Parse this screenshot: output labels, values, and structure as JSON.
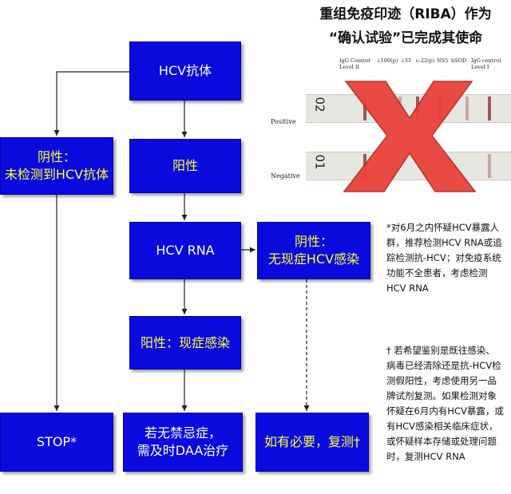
{
  "title": {
    "line1": "重组免疫印迹（RIBA）作为",
    "line2": "“确认试验”已完成其使命"
  },
  "boxes": {
    "hcv_antibody": "HCV抗体",
    "negative_antibody": {
      "line1": "阴性：",
      "line2": "未检测到HCV抗体"
    },
    "positive": "阳性",
    "hcv_rna": "HCV RNA",
    "negative_rna": {
      "line1": "阴性：",
      "line2": "无现症HCV感染"
    },
    "positive_current": "阳性：现症感染",
    "stop": "STOP*",
    "treat": {
      "line1": "若无禁忌症，",
      "line2": "需及时DAA治疗"
    },
    "retest": "如有必要，复测†"
  },
  "riba_image": {
    "headers": [
      "IgG Control\nLevel II",
      "c100(p)",
      "c33",
      "c-22(p)",
      "NS5",
      "hSOD",
      "IgG control\nLevel I"
    ],
    "row_labels": [
      "Positive",
      "Negative"
    ],
    "strip_numbers": [
      "02",
      "01"
    ]
  },
  "note1": [
    "*对6月之内怀疑HCV暴露人",
    "群，推荐检测HCV RNA或追",
    "踪检测抗-HCV；对免疫系统",
    "功能不全患者，考虑检测",
    "HCV RNA"
  ],
  "note2": [
    "† 若希望鉴别是既往感染、",
    "病毒已经清除还是抗-HCV检",
    "测假阳性，考虑使用另一品",
    "牌试剂复测。如果检测对象",
    "怀疑在6月内有HCV暴露，或",
    "有HCV感染相关临床症状，",
    "或怀疑样本存储或处理问题",
    "时，复测HCV RNA"
  ],
  "colors": {
    "box": "#0a0adf",
    "yellow_text": "#ffff33",
    "cross": "#e8423b"
  }
}
